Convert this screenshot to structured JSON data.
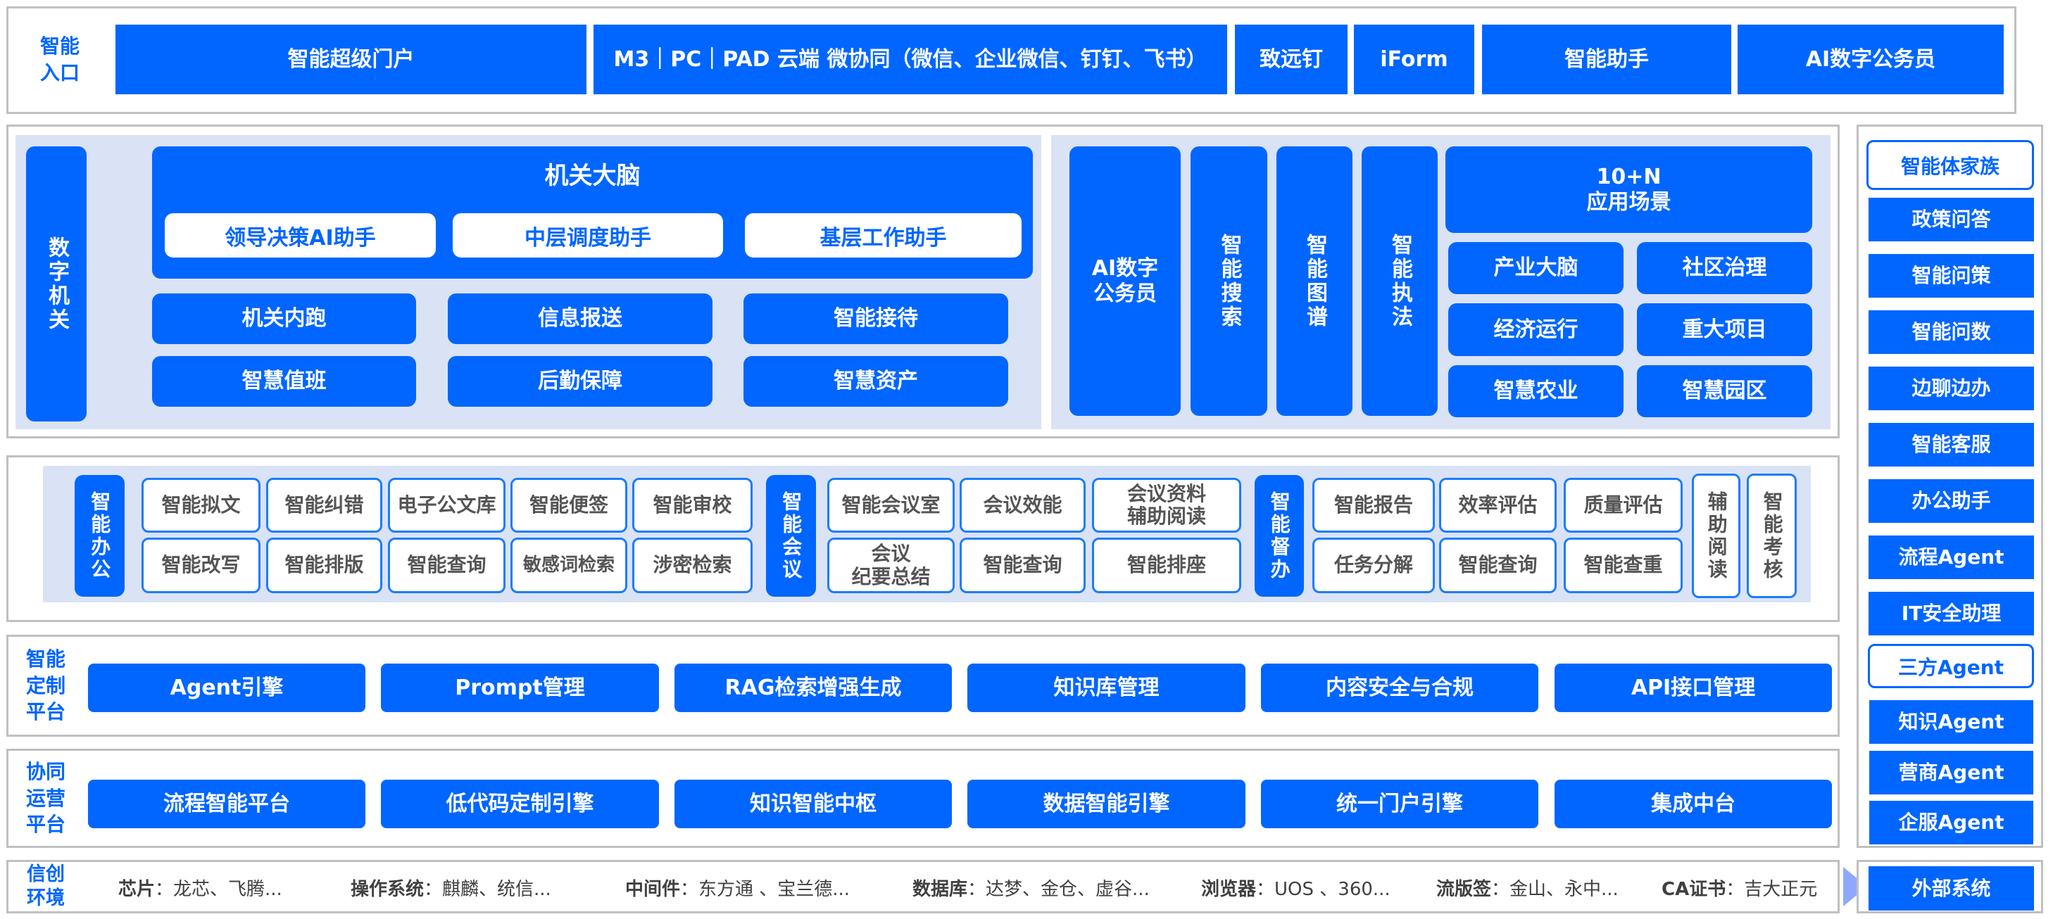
{
  "entry": {
    "label": "智能\n入口",
    "items": [
      "智能超级门户",
      "M3｜PC｜PAD 云端  微协同（微信、企业微信、钉钉、飞书）",
      "致远钉",
      "iForm",
      "智能助手",
      "AI数字公务员"
    ]
  },
  "digital_org": {
    "label": "数字机关",
    "brain": {
      "title": "机关大脑",
      "assistants": [
        "领导决策AI助手",
        "中层调度助手",
        "基层工作助手"
      ]
    },
    "apps": [
      "机关内跑",
      "信息报送",
      "智能接待",
      "智慧值班",
      "后勤保障",
      "智慧资产"
    ]
  },
  "scenarios": {
    "pillars": [
      "AI数字公务员",
      "智能搜索",
      "智能图谱",
      "智能执法"
    ],
    "title": "10+N\n应用场景",
    "items": [
      "产业大脑",
      "社区治理",
      "经济运行",
      "重大项目",
      "智慧农业",
      "智慧园区"
    ]
  },
  "office": {
    "office_label": "智能办公",
    "office_items": [
      "智能拟文",
      "智能纠错",
      "电子公文库",
      "智能便签",
      "智能审校",
      "智能改写",
      "智能排版",
      "智能查询",
      "敏感词检索",
      "涉密检索"
    ],
    "meeting_label": "智能会议",
    "meeting_items": [
      "智能会议室",
      "会议效能",
      "会议资料\n辅助阅读",
      "会议\n纪要总结",
      "智能查询",
      "智能排座"
    ],
    "supervise_label": "智能督办",
    "supervise_items": [
      "智能报告",
      "效率评估",
      "质量评估",
      "任务分解",
      "智能查询",
      "智能查重"
    ],
    "extra": [
      "辅助阅读",
      "智能考核"
    ]
  },
  "custom_platform": {
    "label": "智能\n定制\n平台",
    "items": [
      "Agent引擎",
      "Prompt管理",
      "RAG检索增强生成",
      "知识库管理",
      "内容安全与合规",
      "API接口管理"
    ]
  },
  "ops_platform": {
    "label": "协同\n运营\n平台",
    "items": [
      "流程智能平台",
      "低代码定制引擎",
      "知识智能中枢",
      "数据智能引擎",
      "统一门户引擎",
      "集成中台"
    ]
  },
  "xinchuang": {
    "label": "信创\n环境",
    "items": [
      {
        "k": "芯片",
        "v": "：龙芯、飞腾..."
      },
      {
        "k": "操作系统",
        "v": "：麒麟、统信..."
      },
      {
        "k": "中间件",
        "v": "：东方通 、宝兰德..."
      },
      {
        "k": "数据库",
        "v": "：达梦、金仓、虚谷..."
      },
      {
        "k": "浏览器",
        "v": "：UOS 、360..."
      },
      {
        "k": "流版签",
        "v": "：金山、永中..."
      },
      {
        "k": "CA证书",
        "v": "：吉大正元"
      }
    ]
  },
  "agents": {
    "title": "智能体家族",
    "items": [
      "政策问答",
      "智能问策",
      "智能问数",
      "边聊边办",
      "智能客服",
      "办公助手",
      "流程Agent",
      "IT安全助理"
    ],
    "third_party": "三方Agent",
    "third_items": [
      "知识Agent",
      "营商Agent",
      "企服Agent"
    ],
    "external": "外部系统"
  },
  "colors": {
    "primary": "#0066ff",
    "panel": "#dae3f5",
    "border": "#c0c0c0"
  }
}
